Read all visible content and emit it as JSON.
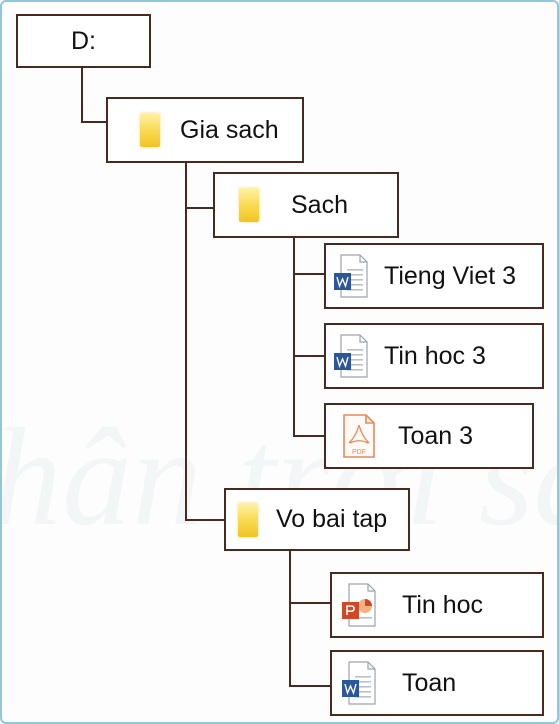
{
  "tree": {
    "root": {
      "label": "D:"
    },
    "nodes": [
      {
        "id": "gia-sach",
        "label": "Gia sach",
        "icon": "folder-icon"
      },
      {
        "id": "sach",
        "label": "Sach",
        "icon": "folder-icon"
      },
      {
        "id": "tieng-viet-3",
        "label": "Tieng Viet 3",
        "icon": "word-document-icon"
      },
      {
        "id": "tin-hoc-3",
        "label": "Tin hoc 3",
        "icon": "word-document-icon"
      },
      {
        "id": "toan-3",
        "label": "Toan 3",
        "icon": "pdf-document-icon",
        "icon_text": "PDF"
      },
      {
        "id": "vo-bai-tap",
        "label": "Vo bai tap",
        "icon": "folder-icon"
      },
      {
        "id": "tin-hoc",
        "label": "Tin hoc",
        "icon": "powerpoint-document-icon"
      },
      {
        "id": "toan",
        "label": "Toan",
        "icon": "word-document-icon"
      }
    ]
  },
  "colors": {
    "box_border": "#4a2a20",
    "line": "#4a2a20",
    "folder": "#f8d84c",
    "word": "#2b579a",
    "powerpoint": "#d24726",
    "pdf": "#e8885a",
    "frame_border": "#8ec8da"
  }
}
